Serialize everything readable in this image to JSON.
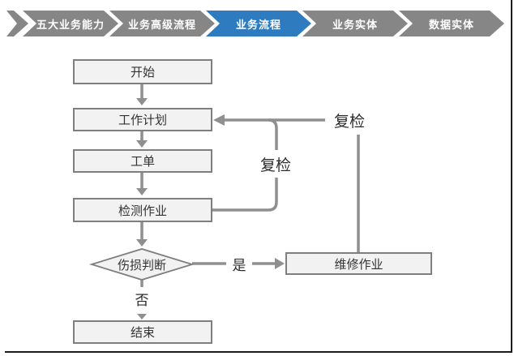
{
  "breadcrumb": {
    "items": [
      {
        "label": "五大业务能力",
        "active": false
      },
      {
        "label": "业务高级流程",
        "active": false
      },
      {
        "label": "业务流程",
        "active": true
      },
      {
        "label": "业务实体",
        "active": false
      },
      {
        "label": "数据实体",
        "active": false
      }
    ],
    "colors": {
      "inactive": "#868686",
      "active": "#2E7CBF",
      "text": "#ffffff"
    }
  },
  "flowchart": {
    "nodes": [
      {
        "id": "start",
        "label": "开始",
        "type": "process"
      },
      {
        "id": "plan",
        "label": "工作计划",
        "type": "process"
      },
      {
        "id": "order",
        "label": "工单",
        "type": "process"
      },
      {
        "id": "inspect",
        "label": "检测作业",
        "type": "process"
      },
      {
        "id": "judge",
        "label": "伤损判断",
        "type": "decision"
      },
      {
        "id": "repair",
        "label": "维修作业",
        "type": "process"
      },
      {
        "id": "end",
        "label": "结束",
        "type": "process"
      }
    ],
    "edges": [
      {
        "from": "开始",
        "to": "工作计划",
        "label": ""
      },
      {
        "from": "工作计划",
        "to": "工单",
        "label": ""
      },
      {
        "from": "工单",
        "to": "检测作业",
        "label": ""
      },
      {
        "from": "检测作业",
        "to": "伤损判断",
        "label": ""
      },
      {
        "from": "伤损判断",
        "to": "维修作业",
        "label": "是"
      },
      {
        "from": "伤损判断",
        "to": "结束",
        "label": "否"
      },
      {
        "from": "检测作业",
        "to": "工作计划",
        "label": "复检"
      },
      {
        "from": "维修作业",
        "to": "工作计划",
        "label": "复检"
      }
    ],
    "colors": {
      "node_fill": "#F2F2F2",
      "node_border": "#7F7F7F",
      "connector": "#8F8F8F",
      "text": "#333333",
      "frame_border": "#1C1C1C"
    }
  }
}
